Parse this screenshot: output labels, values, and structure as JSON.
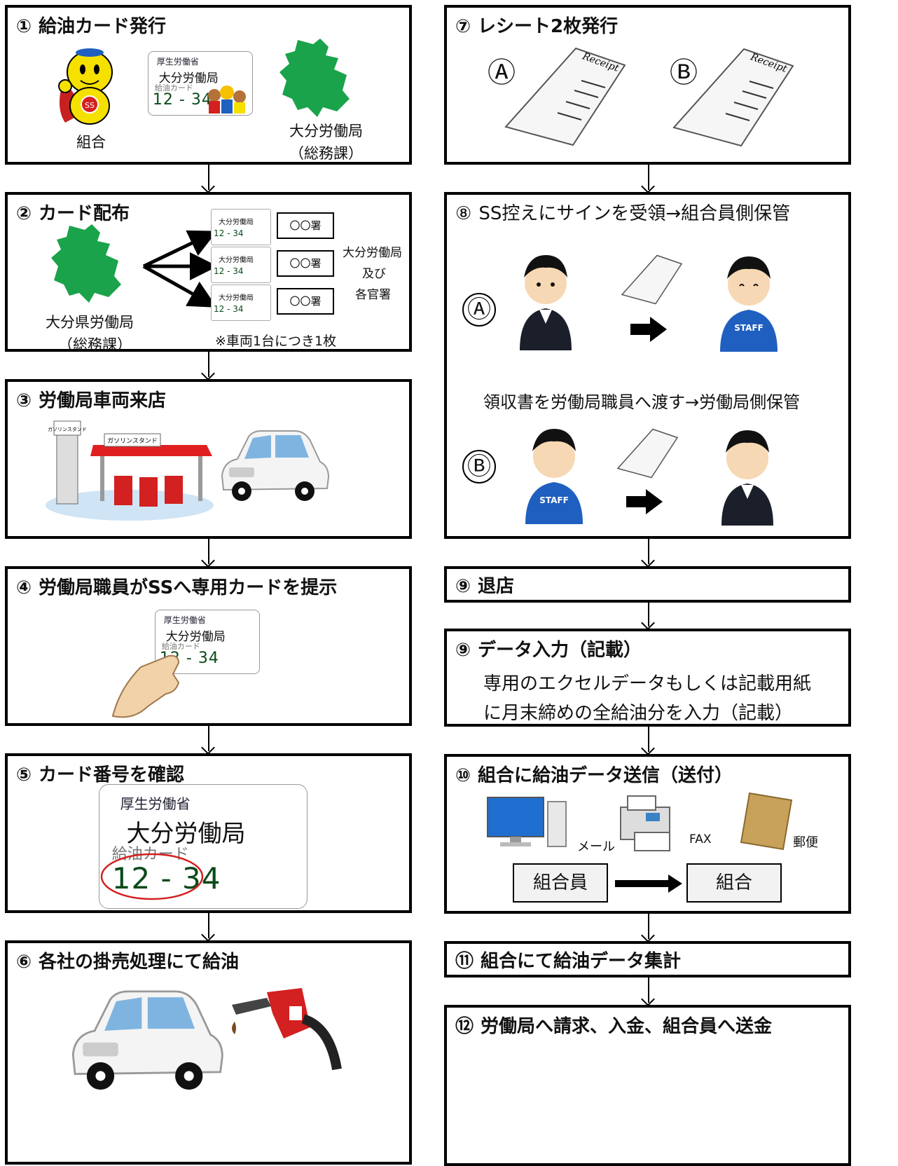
{
  "steps": {
    "s1": {
      "num": "①",
      "title": "給油カード発行",
      "union_label": "組合",
      "bureau_label": "大分労働局",
      "bureau_sub": "（総務課）"
    },
    "s2": {
      "num": "②",
      "title": "カード配布",
      "from_label": "大分県労働局",
      "from_sub": "（総務課）",
      "office_label": "〇〇署",
      "to_label_1": "大分労働局",
      "to_label_2": "及び",
      "to_label_3": "各官署",
      "note": "※車両1台につき1枚"
    },
    "s3": {
      "num": "③",
      "title": "労働局車両来店",
      "sign1": "ガソリンスタンド",
      "sign2": "ガソリンスタンド"
    },
    "s4": {
      "num": "④",
      "title": "労働局職員がSSへ専用カードを提示"
    },
    "s5": {
      "num": "⑤",
      "title": "カード番号を確認"
    },
    "s6": {
      "num": "⑥",
      "title": "各社の掛売処理にて給油"
    },
    "s7": {
      "num": "⑦",
      "title": "レシート2枚発行",
      "label_a": "Ⓐ",
      "label_b": "Ⓑ",
      "receipt_word": "Receipt"
    },
    "s8": {
      "num": "⑧",
      "title": "SS控えにサインを受領→組合員側保管",
      "middle_text": "領収書を労働局職員へ渡す→労働局側保管",
      "label_a": "Ⓐ",
      "label_b": "Ⓑ",
      "staff_word": "STAFF"
    },
    "s9a": {
      "num": "⑨",
      "title": "退店"
    },
    "s9b": {
      "num": "⑨",
      "title": "データ入力（記載）",
      "line1": "専用のエクセルデータもしくは記載用紙",
      "line2": "に月末締めの全給油分を入力（記載）"
    },
    "s10": {
      "num": "⑩",
      "title": "組合に給油データ送信（送付）",
      "mail_label": "メール",
      "fax_label": "FAX",
      "post_label": "郵便",
      "member_label": "組合員",
      "union_label": "組合"
    },
    "s11": {
      "num": "⑪",
      "title": "組合にて給油データ集計"
    },
    "s12": {
      "num": "⑫",
      "title": "労働局へ請求、入金、組合員へ送金"
    }
  },
  "card": {
    "ministry": "厚生労働省",
    "office": "大分労働局",
    "kind": "給油カード",
    "number": "12 - 34"
  },
  "colors": {
    "green": "#1aa34a",
    "yellow": "#f5e000",
    "red": "#d32020",
    "staff_blue": "#1f5fbf",
    "suit": "#1b1f2a"
  }
}
